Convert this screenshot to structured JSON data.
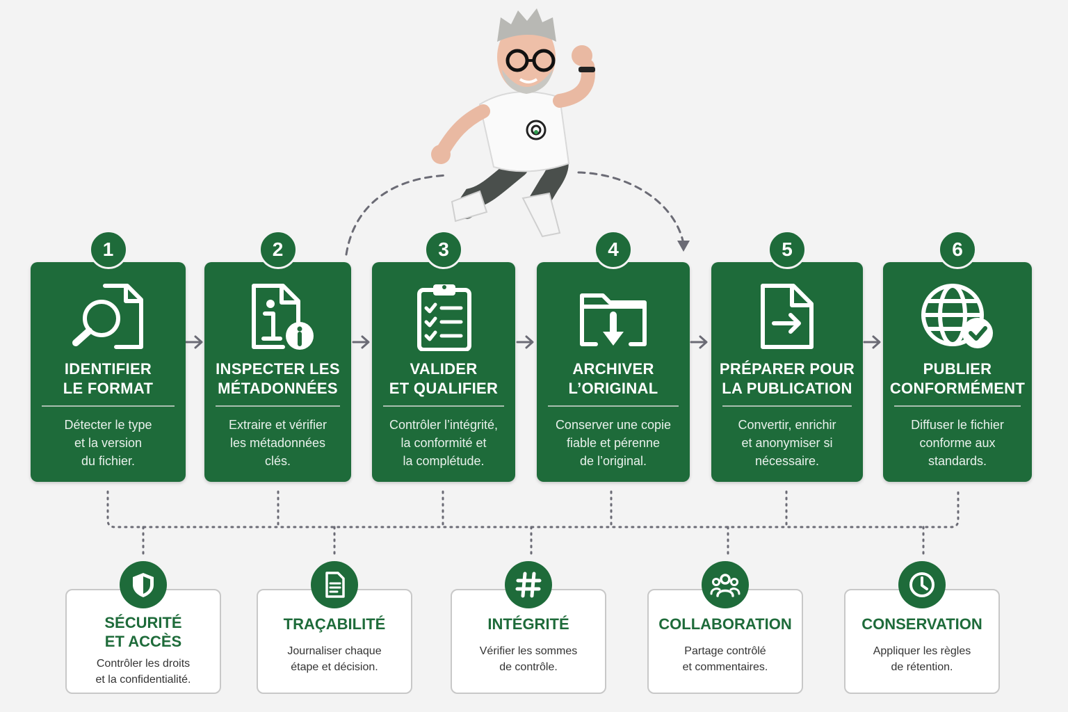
{
  "steps": [
    {
      "num": "1",
      "title": [
        "IDENTIFIER",
        "LE FORMAT"
      ],
      "desc": [
        "Détecter le type",
        "et la version",
        "du fichier."
      ],
      "icon": "file-search-icon"
    },
    {
      "num": "2",
      "title": [
        "INSPECTER LES",
        "MÉTADONNÉES"
      ],
      "desc": [
        "Extraire et vérifier",
        "les métadonnées",
        "clés."
      ],
      "icon": "file-info-icon"
    },
    {
      "num": "3",
      "title": [
        "VALIDER",
        "ET QUALIFIER"
      ],
      "desc": [
        "Contrôler l’intégrité,",
        "la conformité et",
        "la complétude."
      ],
      "icon": "checklist-clipboard-icon"
    },
    {
      "num": "4",
      "title": [
        "ARCHIVER",
        "L’ORIGINAL"
      ],
      "desc": [
        "Conserver une copie",
        "fiable et pérenne",
        "de l’original."
      ],
      "icon": "folder-download-icon"
    },
    {
      "num": "5",
      "title": [
        "PRÉPARER POUR",
        "LA PUBLICATION"
      ],
      "desc": [
        "Convertir, enrichir",
        "et anonymiser si",
        "nécessaire."
      ],
      "icon": "file-export-icon"
    },
    {
      "num": "6",
      "title": [
        "PUBLIER",
        "CONFORMÉMENT"
      ],
      "desc": [
        "Diffuser le fichier",
        "conforme aux",
        "standards."
      ],
      "icon": "globe-check-icon"
    }
  ],
  "features": [
    {
      "title": [
        "SÉCURITÉ",
        "ET ACCÈS"
      ],
      "desc": [
        "Contrôler les droits",
        "et la confidentialité."
      ],
      "icon": "shield-icon"
    },
    {
      "title": [
        "TRAÇABILITÉ"
      ],
      "desc": [
        "Journaliser chaque",
        "étape et décision."
      ],
      "icon": "document-icon"
    },
    {
      "title": [
        "INTÉGRITÉ"
      ],
      "desc": [
        "Vérifier les sommes",
        "de contrôle."
      ],
      "icon": "hash-icon"
    },
    {
      "title": [
        "COLLABORATION"
      ],
      "desc": [
        "Partage contrôlé",
        "et commentaires."
      ],
      "icon": "users-icon"
    },
    {
      "title": [
        "CONSERVATION"
      ],
      "desc": [
        "Appliquer les règles",
        "de rétention."
      ],
      "icon": "clock-icon"
    }
  ],
  "colors": {
    "primary": "#1e6b3a",
    "background": "#f3f3f3",
    "connector": "#6b6b75"
  },
  "mascot": {
    "icon": "jumping-man-mascot-icon"
  }
}
